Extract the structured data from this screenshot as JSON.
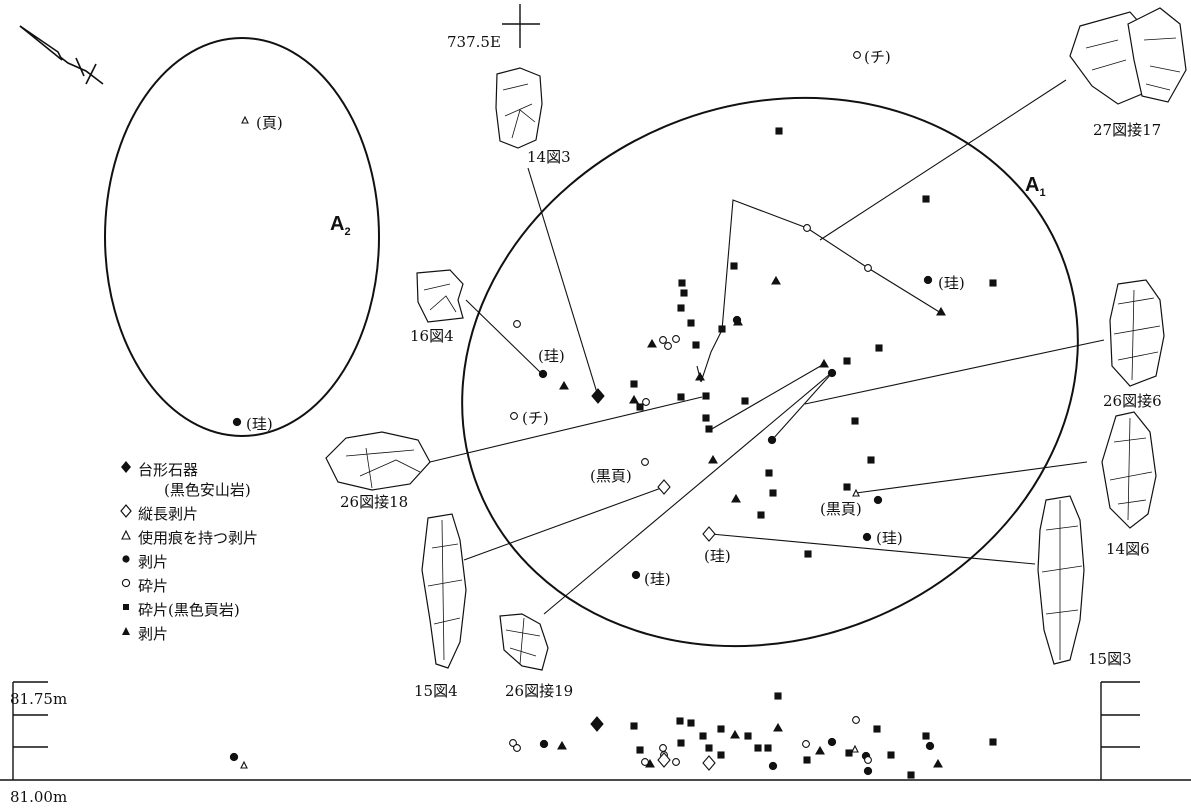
{
  "grid_label": "737.5E",
  "areas": {
    "a1": {
      "letter": "A",
      "sub": "1"
    },
    "a2": {
      "letter": "A",
      "sub": "2"
    }
  },
  "annotations": {
    "a2_ye": "(頁)",
    "a2_kei": "(珪)",
    "chi_top": "(チ)",
    "chi_left": "(チ)",
    "kei_left": "(珪)",
    "kei_right": "(珪)",
    "kokuketsu_left": "(黒頁)",
    "kokuketsu_right": "(黒頁)",
    "kei_center": "(珪)",
    "kei_lower_right": "(珪)",
    "kei_bottom": "(珪)"
  },
  "figures": {
    "f14_3": "14図3",
    "f27_17": "27図接17",
    "f16_4": "16図4",
    "f26_6": "26図接6",
    "f26_18": "26図接18",
    "f14_6": "14図6",
    "f15_4": "15図4",
    "f26_19": "26図接19",
    "f15_3": "15図3"
  },
  "legend": [
    {
      "symbol": "filled-diamond",
      "label": "台形石器"
    },
    {
      "symbol": "none",
      "label": "(黒色安山岩)"
    },
    {
      "symbol": "open-diamond",
      "label": "縦長剥片"
    },
    {
      "symbol": "open-triangle",
      "label": "使用痕を持つ剥片"
    },
    {
      "symbol": "filled-circle",
      "label": "剥片"
    },
    {
      "symbol": "open-circle",
      "label": "砕片"
    },
    {
      "symbol": "filled-square",
      "label": "砕片(黒色頁岩)"
    },
    {
      "symbol": "filled-triangle",
      "label": "剥片"
    }
  ],
  "elevation": {
    "top": "81.75m",
    "bottom": "81.00m"
  }
}
